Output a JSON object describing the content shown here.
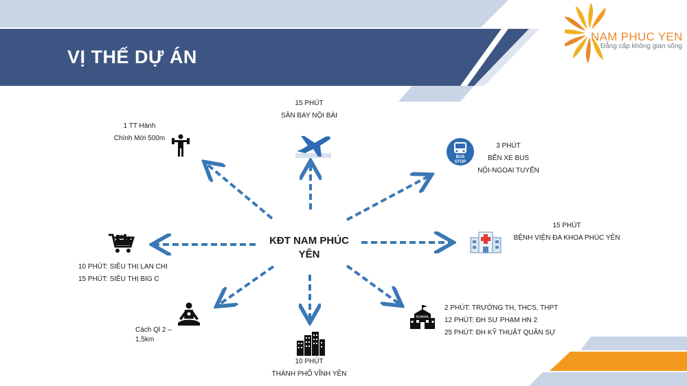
{
  "header": {
    "title": "VỊ THẾ DỰ ÁN",
    "brand": "NAM PHUC YEN",
    "tagline": "Đẳng cấp không gian sống"
  },
  "center_label": [
    "KĐT NAM PHÚC",
    "YÊN"
  ],
  "destinations": {
    "airport": {
      "lines": [
        "15 PHÚT",
        "SÂN BAY NỘI BÀI"
      ],
      "icon": "airplane-icon"
    },
    "admin_center": {
      "lines": [
        "1 TT Hành",
        "Chính Mới 500m"
      ],
      "icon": "gym-person-icon"
    },
    "bus_station": {
      "lines": [
        "3 PHÚT",
        "BẾN XE BUS",
        "NỘI-NGOAI TUYẾN"
      ],
      "icon": "bus-stop-icon",
      "icon_text": [
        "BUS",
        "STOP"
      ]
    },
    "hospital": {
      "lines": [
        "15 PHÚT",
        "BỆNH VIỆN ĐA KHOA PHÚC YÊN"
      ],
      "icon": "hospital-icon"
    },
    "supermarket": {
      "lines": [
        "10 PHÚT: SIÊU THỊ LAN CHI",
        "15 PHÚT: SIÊU THỊ BIG C"
      ],
      "icon": "shopping-cart-icon"
    },
    "highway": {
      "lines": [
        "Cách Ql 2 –",
        "1,5km"
      ],
      "icon": "meditation-icon"
    },
    "city": {
      "lines": [
        "10 PHÚT",
        "THÀNH PHỐ VĨNH YÊN"
      ],
      "icon": "city-buildings-icon"
    },
    "schools": {
      "lines": [
        "2 PHÚT: TRƯỜNG TH, THCS, THPT",
        "12 PHÚT: ĐH SƯ PHẠM HN 2",
        "25 PHÚT: ĐH KỸ THUẬT QUÂN SỰ"
      ],
      "icon": "school-icon",
      "icon_text": "SCHOOL"
    }
  },
  "colors": {
    "header_band": "#3d5582",
    "light_band": "#c9d4e6",
    "accent_orange": "#f39a1e",
    "arrow": "#3a78b5",
    "icon_dark": "#111111",
    "bus_blue": "#2e6bb3"
  }
}
